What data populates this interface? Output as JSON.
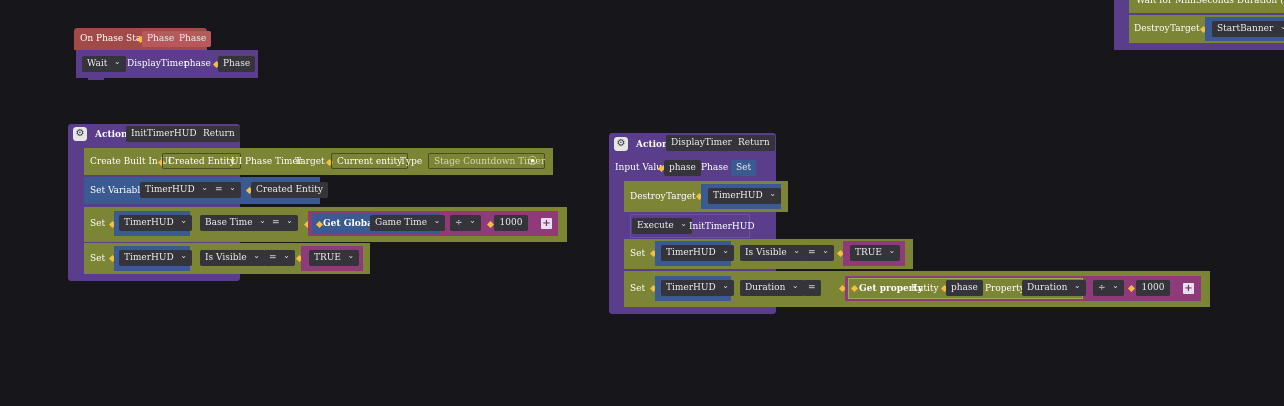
{
  "event": {
    "on_phase_start": "On Phase Start",
    "phase_out": "Phase",
    "phase_type": "Phase"
  },
  "wait_row": {
    "wait": "Wait",
    "func": "DisplayTimer",
    "param": "phase",
    "arg": "Phase"
  },
  "init_action": {
    "action": "Action",
    "name": "InitTimerHUD",
    "return": "Return",
    "create": {
      "label": "Create Built In UI",
      "created": "Created Entity",
      "ui_name": "UI Phase Timer",
      "target": "Target",
      "current": "Current entity",
      "type": "Type",
      "type_val": "Stage Countdown Timer"
    },
    "setvar": {
      "label": "Set Variable",
      "var": "TimerHUD",
      "op": "=",
      "val": "Created Entity"
    },
    "set1": {
      "label": "Set",
      "var": "TimerHUD",
      "prop": "Base Time",
      "op": "=",
      "getglobal": "Get Global",
      "global": "Game Time",
      "div": "÷",
      "num": "1000"
    },
    "set2": {
      "label": "Set",
      "var": "TimerHUD",
      "prop": "Is Visible",
      "op": "=",
      "val": "TRUE"
    }
  },
  "display_action": {
    "action": "Action",
    "name": "DisplayTimer",
    "return": "Return",
    "input": {
      "label": "Input Value",
      "param": "phase",
      "type": "Phase",
      "set": "Set"
    },
    "destroy": {
      "label": "Destroy",
      "target": "Target",
      "var": "TimerHUD"
    },
    "execute": {
      "label": "Execute",
      "func": "InitTimerHUD"
    },
    "set1": {
      "label": "Set",
      "var": "TimerHUD",
      "prop": "Is Visible",
      "op": "=",
      "val": "TRUE"
    },
    "set2": {
      "label": "Set",
      "var": "TimerHUD",
      "prop": "Duration",
      "op": "=",
      "getprop": "Get property",
      "entity": "Entity",
      "param": "phase",
      "property": "Property",
      "propval": "Duration",
      "div": "÷",
      "num": "1000"
    }
  },
  "topright": {
    "wait_text": "Wait for MilliSeconds  Duration (ms)",
    "destroy": "Destroy",
    "target": "Target",
    "var": "StartBanner"
  },
  "icons": {
    "gear": "⚙",
    "plus": "+",
    "radio": "⦿"
  },
  "colors": {
    "background": "#16161b",
    "action": "#5a3e8c",
    "statement": "#7c8436",
    "variable": "#3b5a92",
    "event": "#a24a47",
    "math": "#8f3b7a",
    "connector": "#f1c040"
  }
}
